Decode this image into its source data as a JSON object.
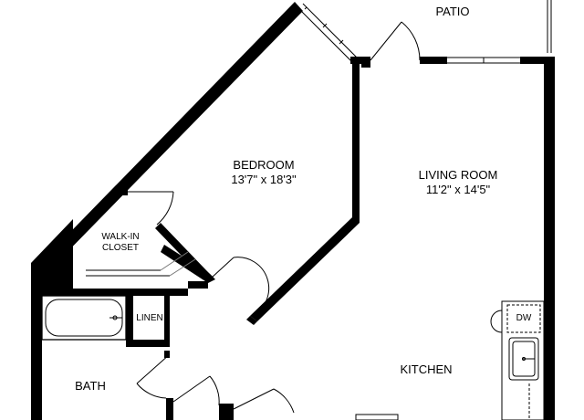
{
  "rooms": {
    "patio": {
      "name": "PATIO"
    },
    "bedroom": {
      "name": "BEDROOM",
      "size": "13'7\" x 18'3\""
    },
    "living_room": {
      "name": "LIVING ROOM",
      "size": "11'2\" x 14'5\""
    },
    "walk_in_closet": {
      "line1": "WALK-IN",
      "line2": "CLOSET"
    },
    "linen": {
      "name": "LINEN"
    },
    "bath": {
      "name": "BATH"
    },
    "kitchen": {
      "name": "KITCHEN"
    }
  },
  "appliances": {
    "dishwasher": {
      "label": "DW"
    }
  },
  "colors": {
    "wall": "#000000",
    "background": "#ffffff"
  }
}
